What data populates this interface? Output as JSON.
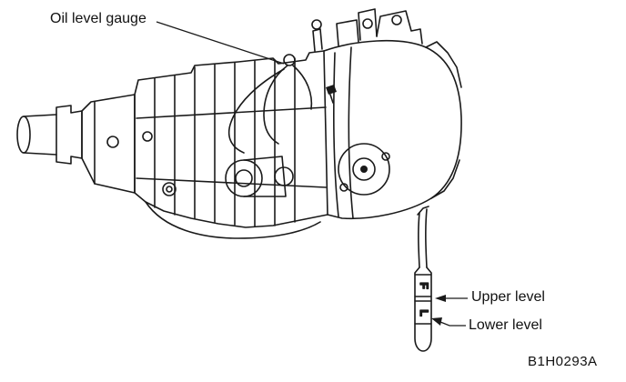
{
  "figure": {
    "labels": {
      "oil_level_gauge": "Oil level gauge",
      "upper_level": "Upper level",
      "lower_level": "Lower level"
    },
    "dipstick": {
      "full_mark": "F",
      "low_mark": "L"
    },
    "reference_code": "B1H0293A",
    "colors": {
      "line": "#1a1a1a",
      "background": "#ffffff"
    }
  }
}
